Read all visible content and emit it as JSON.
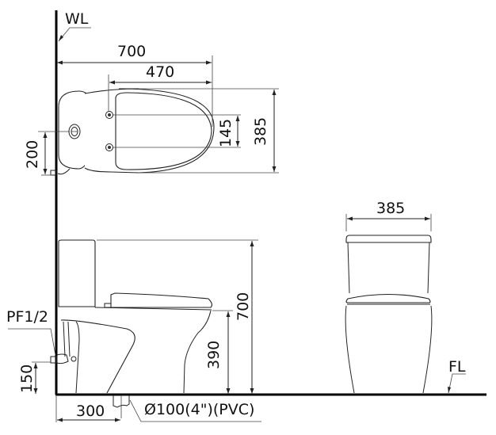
{
  "labels": {
    "wall_line": "WL",
    "floor_line": "FL",
    "pipe_fitting": "PF1/2",
    "drain": "Ø100(4\")(PVC)"
  },
  "dimensions": {
    "top_overall_length": "700",
    "top_seat_length": "470",
    "top_hinge_spacing": "145",
    "top_width": "385",
    "top_inlet_offset": "200",
    "side_total_height": "700",
    "side_seat_height": "390",
    "side_inlet_height": "150",
    "side_rough_in": "300",
    "front_width": "385"
  },
  "colors": {
    "line": "#222222",
    "background": "#ffffff"
  }
}
